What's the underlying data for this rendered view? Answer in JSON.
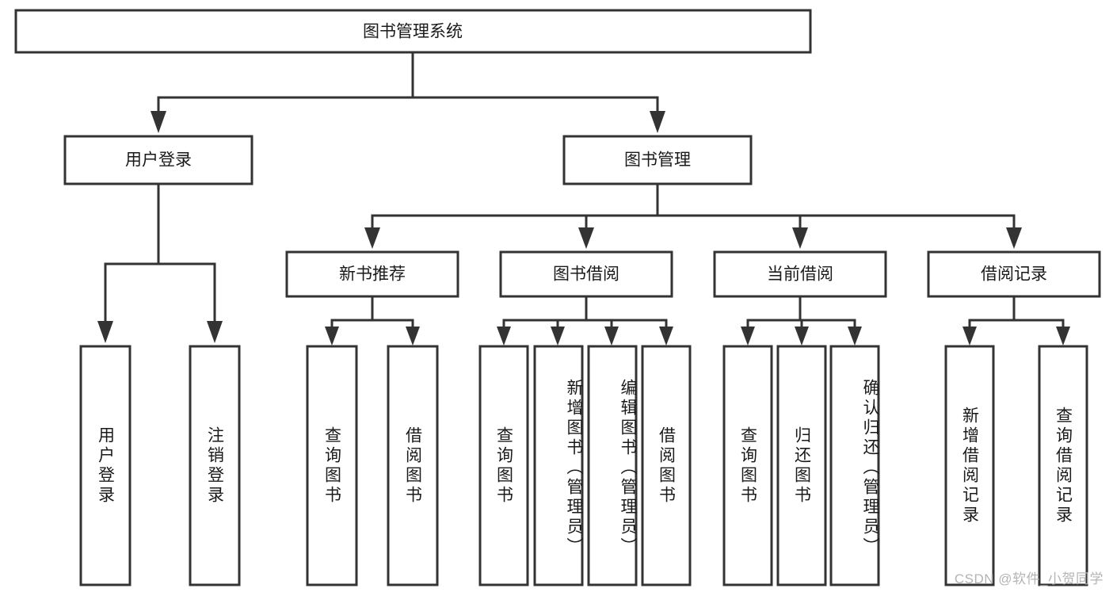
{
  "diagram": {
    "type": "tree-hierarchy",
    "orientation": "top-down",
    "root": {
      "label": "图书管理系统"
    },
    "level2": [
      {
        "label": "用户登录"
      },
      {
        "label": "图书管理"
      }
    ],
    "level3": [
      {
        "label": "新书推荐"
      },
      {
        "label": "图书借阅"
      },
      {
        "label": "当前借阅"
      },
      {
        "label": "借阅记录"
      }
    ],
    "leaves": {
      "user_login": [
        {
          "label": "用户登录"
        },
        {
          "label": "注销登录"
        }
      ],
      "new_book_recommend": [
        {
          "label": "查询图书"
        },
        {
          "label": "借阅图书"
        }
      ],
      "book_borrow": [
        {
          "label": "查询图书"
        },
        {
          "label": "新增图书（管理员）"
        },
        {
          "label": "编辑图书（管理员）"
        },
        {
          "label": "借阅图书"
        }
      ],
      "current_borrow": [
        {
          "label": "查询图书"
        },
        {
          "label": "归还图书"
        },
        {
          "label": "确认归还（管理员）"
        }
      ],
      "borrow_record": [
        {
          "label": "新增借阅记录"
        },
        {
          "label": "查询借阅记录"
        }
      ]
    }
  },
  "watermark": {
    "text": "CSDN @软件_小贺同学"
  },
  "colors": {
    "box_stroke": "#333333",
    "box_fill": "#ffffff",
    "text": "#1a1a1a",
    "watermark": "#b4b4b4",
    "background": "#ffffff"
  }
}
